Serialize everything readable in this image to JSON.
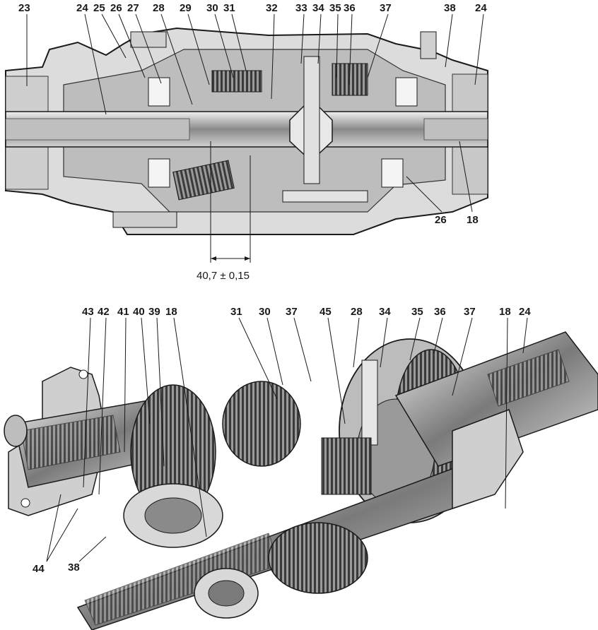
{
  "top_view": {
    "callouts": [
      "23",
      "24",
      "25",
      "26",
      "27",
      "28",
      "29",
      "30",
      "31",
      "32",
      "33",
      "34",
      "35",
      "36",
      "37",
      "38",
      "24",
      "26",
      "18"
    ],
    "dimension": "40,7 ± 0,15"
  },
  "bottom_view": {
    "callouts": [
      "43",
      "42",
      "41",
      "40",
      "39",
      "18",
      "31",
      "30",
      "37",
      "45",
      "28",
      "34",
      "35",
      "36",
      "37",
      "18",
      "24",
      "44",
      "38"
    ]
  },
  "colors": {
    "ink": "#1a1a1a",
    "metal_light": "#d9d9d9",
    "metal_mid": "#a8a8a8",
    "metal_dark": "#4a4a4a"
  }
}
